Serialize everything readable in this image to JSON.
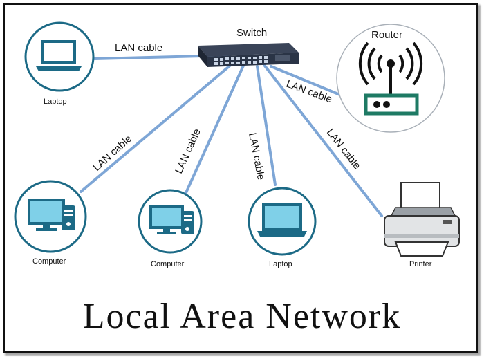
{
  "diagram": {
    "title": "Local Area Network",
    "cable_label": "LAN cable",
    "switch_label": "Switch",
    "router_label": "Router",
    "devices": {
      "laptop_top": "Laptop",
      "computer_left": "Computer",
      "computer_mid": "Computer",
      "laptop_bottom": "Laptop",
      "printer": "Printer"
    },
    "colors": {
      "cable": "#7ea6d6",
      "icon_teal": "#1c6a86",
      "icon_screen": "#7fd0e8",
      "router_green": "#1e7a64",
      "switch_body": "#2a3446"
    }
  }
}
